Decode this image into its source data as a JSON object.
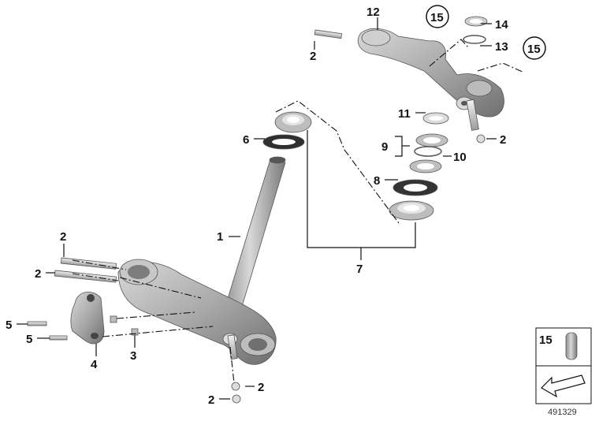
{
  "diagram": {
    "reference_number": "491329",
    "callouts": {
      "c1": "1",
      "c2_upper_left": "2",
      "c2_lower_left": "2",
      "c2_bottom_right": "2",
      "c2_bottom_left": "2",
      "c2_top_left": "2",
      "c2_top_right": "2",
      "c3": "3",
      "c4": "4",
      "c5_upper": "5",
      "c5_lower": "5",
      "c6": "6",
      "c7": "7",
      "c8": "8",
      "c9": "9",
      "c10": "10",
      "c11": "11",
      "c12": "12",
      "c13": "13",
      "c14": "14",
      "c15_top": "15",
      "c15_right": "15"
    },
    "legend_box": {
      "label": "15"
    }
  }
}
